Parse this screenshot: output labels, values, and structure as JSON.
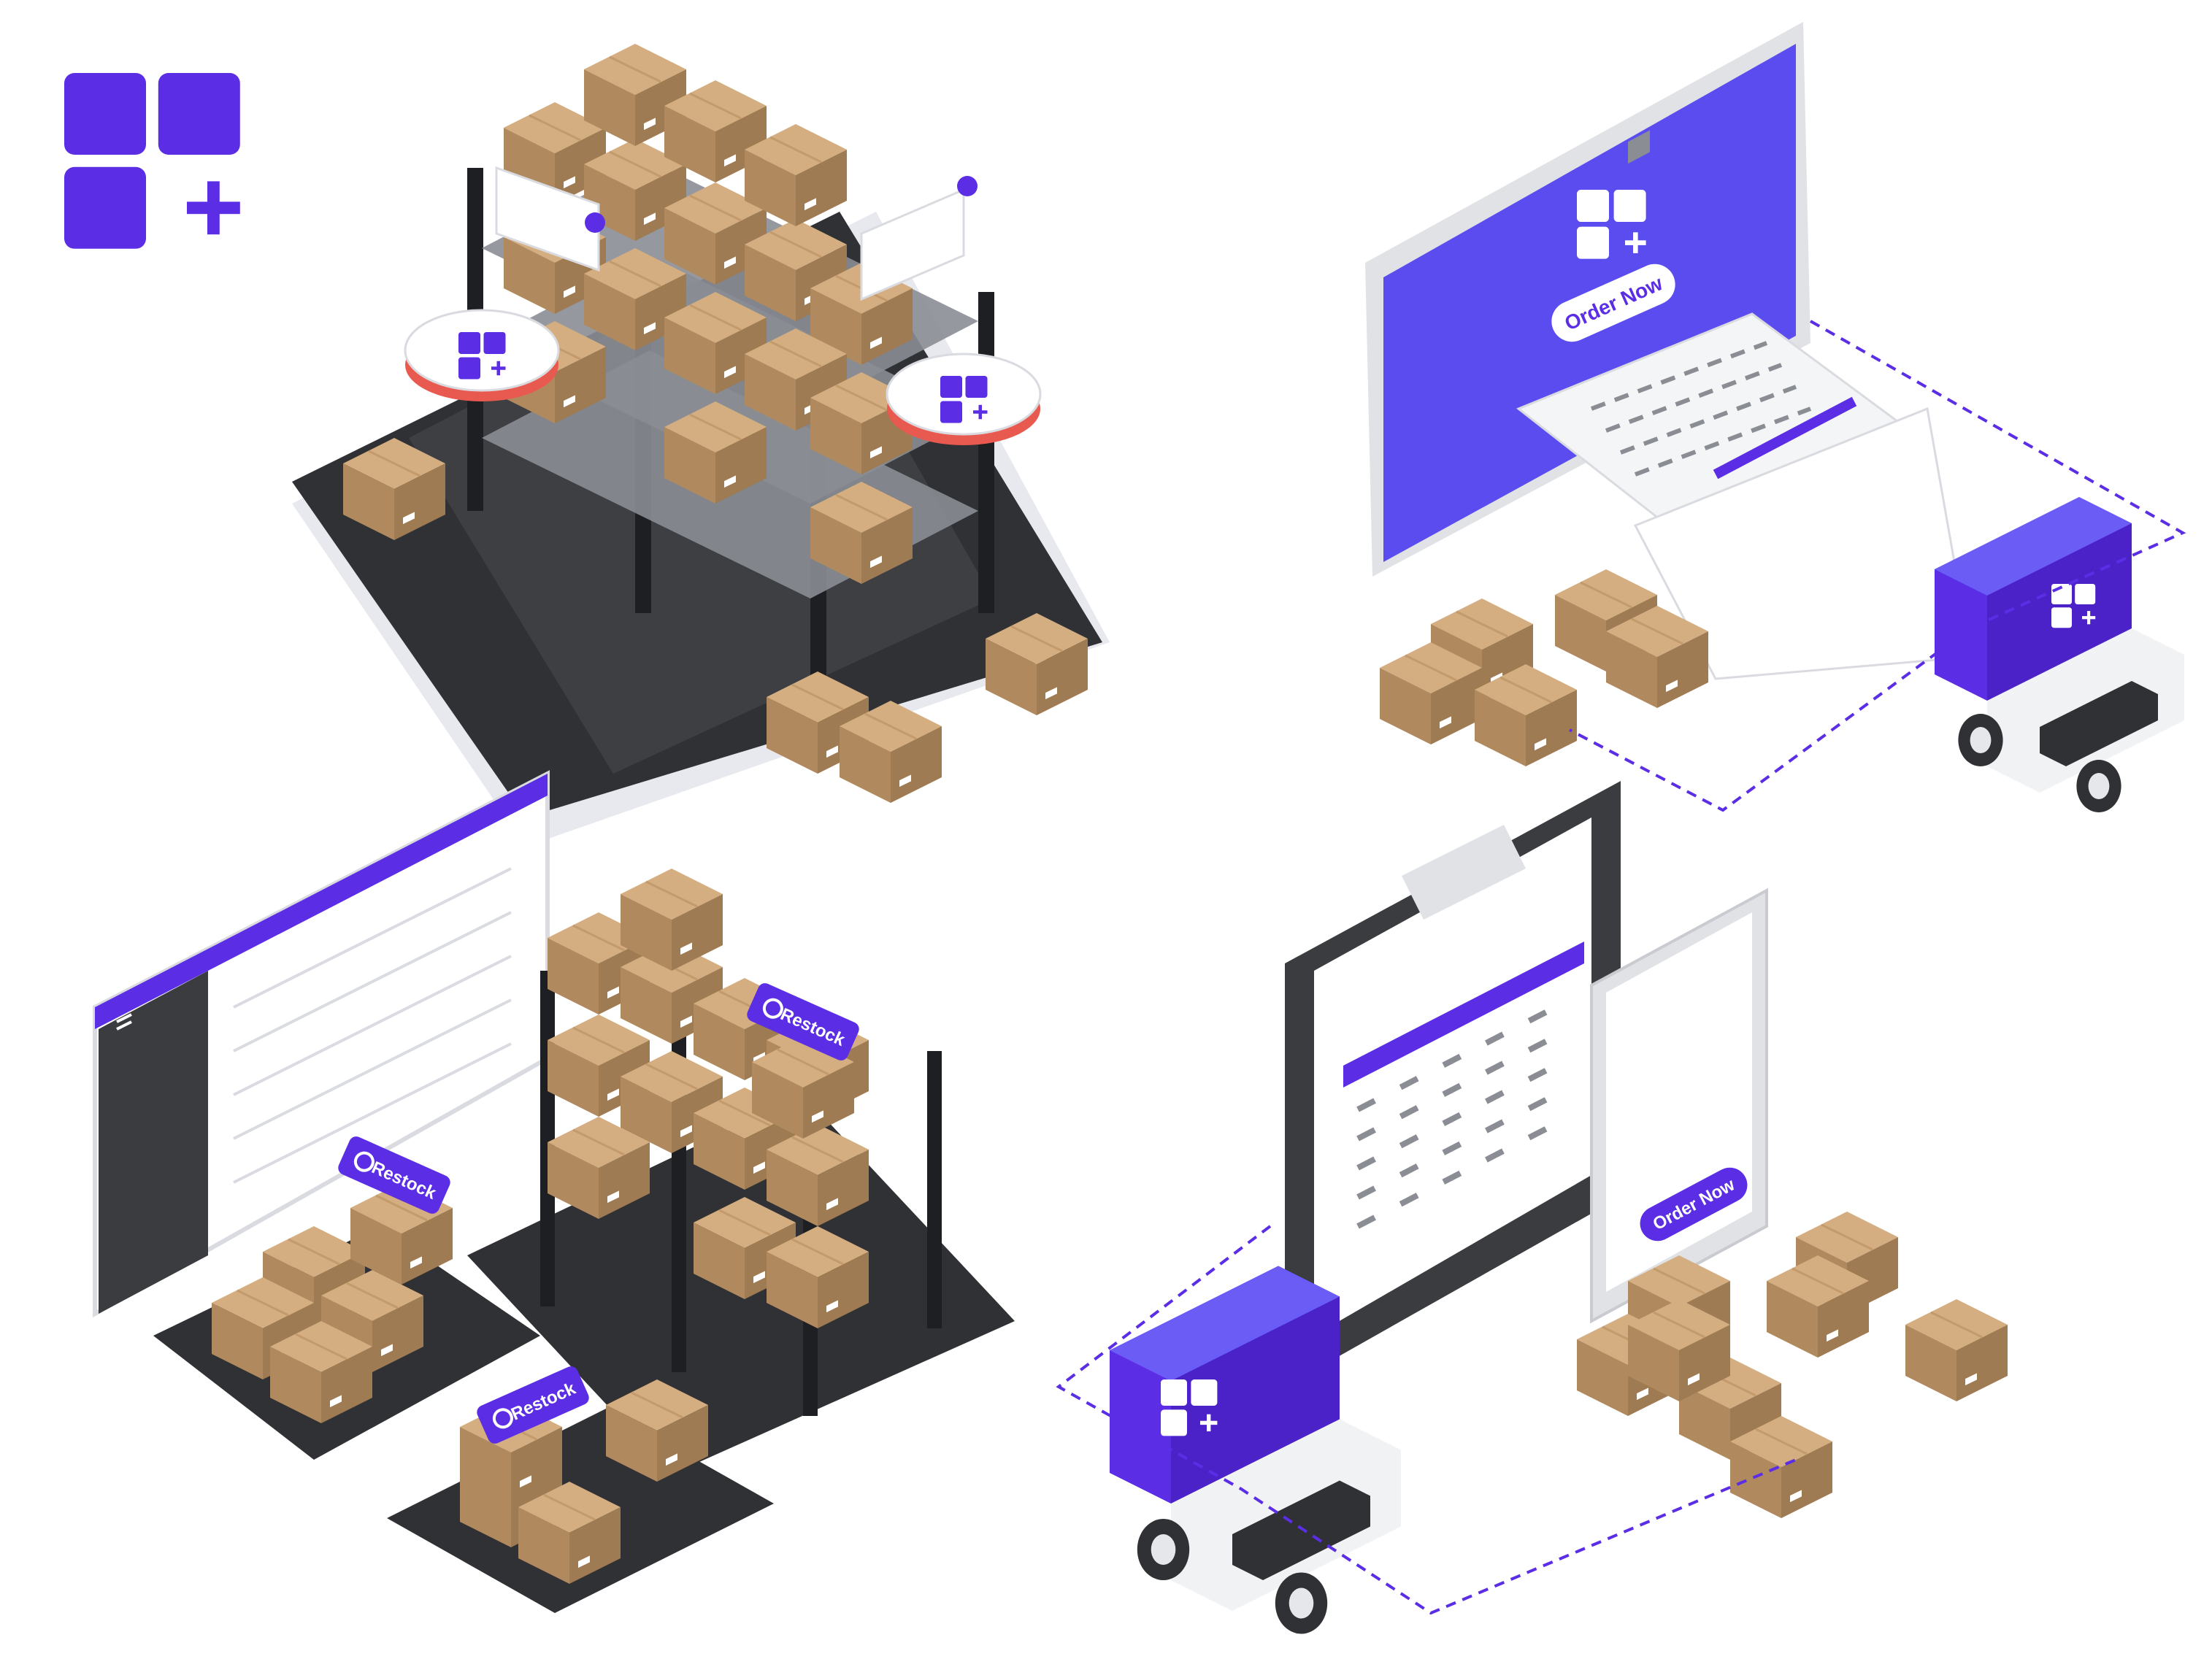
{
  "labels": {
    "order_now_monitor": "Order Now",
    "order_now_phone": "Order Now",
    "restock": "Restock"
  },
  "colors": {
    "brand": "#5b2ee6",
    "brand_light": "#6a5cf5",
    "box": "#c19a6b",
    "box_dark": "#9e7b52",
    "platform": "#2f3134",
    "shelf": "#4a4c50"
  },
  "icons": [
    "brand-logo-icon",
    "restock-refresh-icon",
    "checkmark-icon",
    "menu-icon"
  ]
}
